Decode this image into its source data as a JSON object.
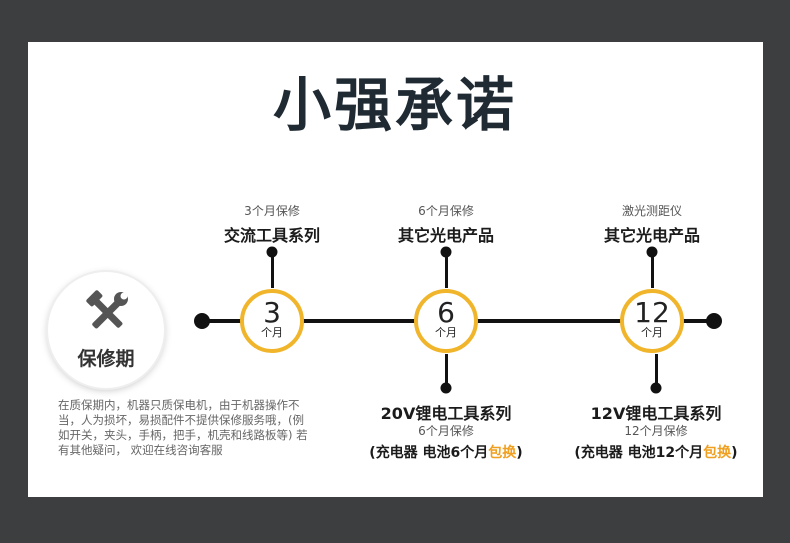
{
  "title": "小强承诺",
  "badge": {
    "text": "保修期",
    "icon": "wrench-hammer-icon"
  },
  "description": "在质保期内，机器只质保电机，由于机器操作不当，人为损坏，易损配件不提供保修服务哦，(例如开关，夹头，手柄，把手，机壳和线路板等) 若有其他疑问， 欢迎在线咨询客服",
  "top_items": [
    {
      "period": "3个月保修",
      "category": "交流工具系列"
    },
    {
      "period": "6个月保修",
      "category": "其它光电产品"
    },
    {
      "period": "激光测距仪",
      "category": "其它光电产品"
    }
  ],
  "milestones": [
    {
      "number": "3",
      "unit": "个月"
    },
    {
      "number": "6",
      "unit": "个月"
    },
    {
      "number": "12",
      "unit": "个月"
    }
  ],
  "bottom_items": [
    {
      "category": "20V锂电工具系列",
      "period": "6个月保修",
      "note_prefix": "(充电器 电池6个月",
      "note_highlight": "包换",
      "note_suffix": ")"
    },
    {
      "category": "12V锂电工具系列",
      "period": "12个月保修",
      "note_prefix": "(充电器 电池12个月",
      "note_highlight": "包换",
      "note_suffix": ")"
    }
  ],
  "colors": {
    "accent": "#f0b52a",
    "highlight": "#f0a020",
    "frame": "#3d3e40",
    "title": "#1f2a33"
  }
}
